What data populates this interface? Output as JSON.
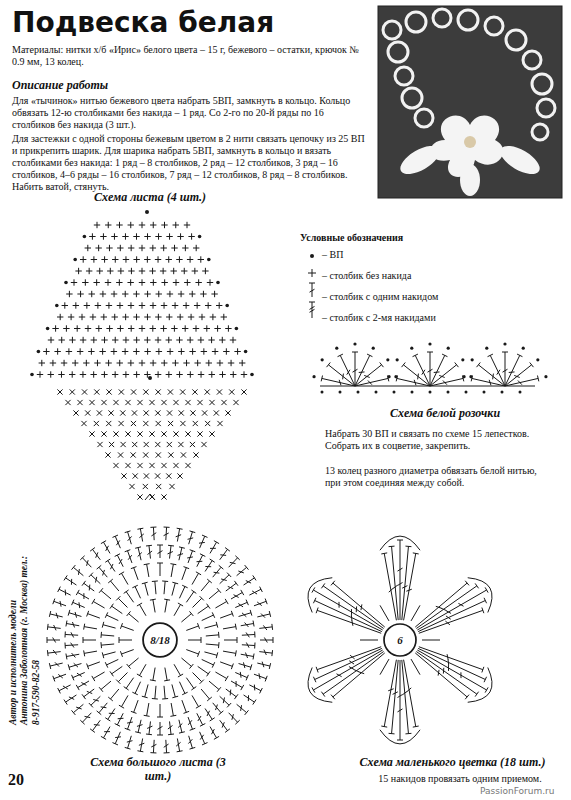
{
  "diagram": {
    "title": "Подвеска белая",
    "nodes": [
      {
        "text": [
          "8/18"
        ]
      },
      {
        "text": [
          "6"
        ]
      }
    ],
    "labels": [
      "Материалы: нитки х/б «Ирис» белого цвета – 15 г, бежевого – остатки, крючок № 0.9 мм, 13 колец.",
      "Описание работы",
      "Для «тычинок» нитью бежевого цвета набрать 5ВП, замкнуть в кольцо. Кольцо обвязать 12-ю столбиками без накида – 1 ряд. Со 2-го по 20-й ряды по 16 столбиков без накида (3 шт.).",
      "Для застежки с одной стороны бежевым цветом в 2 нити связать цепочку из 25 ВП и прикрепить шарик. Для шарика набрать 5ВП, замкнуть в кольцо и вязать столбиками без накида: 1 ряд – 8 столбиков, 2 ряд – 12 столбиков, 3 ряд – 16 столбиков, 4–6 ряды – 16 столбиков, 7 ряд – 12 столбиков, 8 ряд – 8 столбиков. Набить ватой, стянуть.",
      "Схема листа (4 шт.)",
      "Условные обозначения",
      "Схема белой розочки",
      "Набрать 30 ВП и связать по схеме 15 лепестков. Собрать их в соцветие, закрепить.",
      "13 колец разного диаметра обвязать белой нитью, при этом соединяя между собой.",
      "Автор и исполнитель модели Антонина Заболотная (г. Москва) тел.: 8-917-590-82-58",
      "Схема большого листа (3 шт.)",
      "Схема маленького цветка (18 шт.)",
      "15 накидов провязать одним приемом.",
      "20",
      "PassionForum.ru"
    ],
    "legend": [
      {
        "text": "– ВП"
      },
      {
        "text": "– столбик без накида"
      },
      {
        "text": "– столбик с одним накидом"
      },
      {
        "text": "– столбик с 2-мя накидами"
      }
    ]
  }
}
